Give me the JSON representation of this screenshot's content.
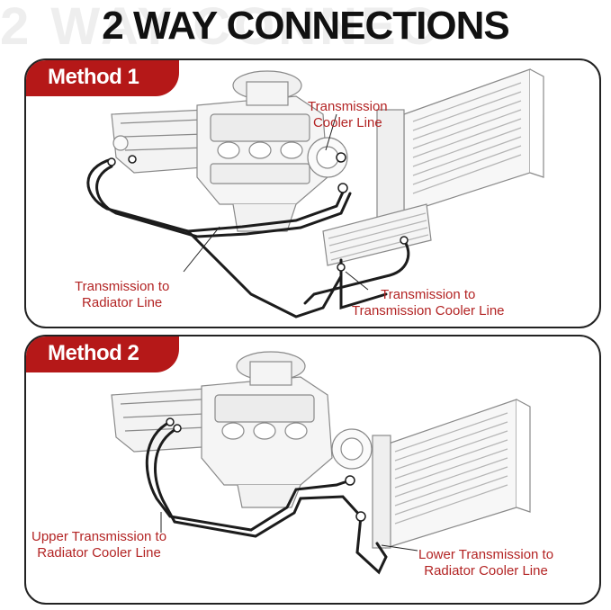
{
  "header": {
    "title": "2 WAY CONNECTIONS",
    "ghost": "2 WAY CONNEC"
  },
  "method1": {
    "tab": "Method 1",
    "label_cooler": [
      "Transmission",
      "Cooler Line"
    ],
    "label_radiator": [
      "Transmission to",
      "Radiator Line"
    ],
    "label_trans_cooler": [
      "Transmission to",
      "Transmission Cooler Line"
    ]
  },
  "method2": {
    "tab": "Method 2",
    "label_upper": [
      "Upper Transmission to",
      "Radiator Cooler Line"
    ],
    "label_lower": [
      "Lower Transmission to",
      "Radiator Cooler Line"
    ]
  },
  "colors": {
    "accent": "#b51818",
    "label": "#b32424",
    "line": "#222222"
  }
}
